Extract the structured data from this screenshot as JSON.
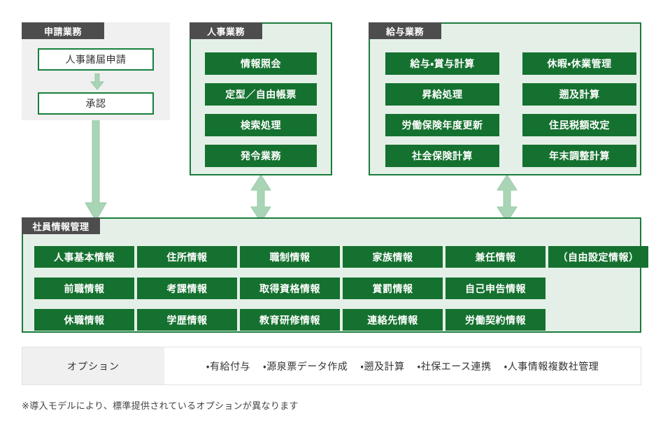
{
  "diagram": {
    "title_note": "※導入モデルにより、標準提供されているオプションが異なります",
    "colors": {
      "box_green": "#15712f",
      "panel_green_bg": "#e4f0e7",
      "panel_green_border": "#1a7c3c",
      "panel_grey_bg": "#f0f0f0",
      "tab_grey": "#4d4d4d",
      "arrow_green": "#a9d5b6",
      "arrow_green_stroke": "#8cc49d"
    }
  },
  "panels": {
    "application": {
      "tab_label": "申請業務",
      "boxes": [
        {
          "label": "人事諸届申請"
        },
        {
          "label": "承認"
        }
      ]
    },
    "hr": {
      "tab_label": "人事業務",
      "boxes": [
        {
          "label": "情報照会"
        },
        {
          "label": "定型／自由帳票"
        },
        {
          "label": "検索処理"
        },
        {
          "label": "発令業務"
        }
      ]
    },
    "payroll": {
      "tab_label": "給与業務",
      "column_left": [
        {
          "label": "給与・賞与計算"
        },
        {
          "label": "昇給処理"
        },
        {
          "label": "労働保険年度更新"
        },
        {
          "label": "社会保険計算"
        }
      ],
      "column_right": [
        {
          "label": "休暇・休業管理"
        },
        {
          "label": "遡及計算"
        },
        {
          "label": "住民税額改定"
        },
        {
          "label": "年末調整計算"
        }
      ]
    },
    "employee_info": {
      "tab_label": "社員情報管理",
      "rows": [
        [
          {
            "label": "人事基本情報"
          },
          {
            "label": "住所情報"
          },
          {
            "label": "職制情報"
          },
          {
            "label": "家族情報"
          },
          {
            "label": "兼任情報"
          },
          {
            "label": "（自由設定情報）"
          }
        ],
        [
          {
            "label": "前職情報"
          },
          {
            "label": "考課情報"
          },
          {
            "label": "取得資格情報"
          },
          {
            "label": "賞罰情報"
          },
          {
            "label": "自己申告情報"
          }
        ],
        [
          {
            "label": "休職情報"
          },
          {
            "label": "学歴情報"
          },
          {
            "label": "教育研修情報"
          },
          {
            "label": "連絡先情報"
          },
          {
            "label": "労働契約情報"
          }
        ]
      ]
    }
  },
  "option_bar": {
    "label": "オプション",
    "items": [
      "・有給付与",
      "・源泉票データ作成",
      "・遡及計算",
      "・社保エース連携",
      "・人事情報複数社管理"
    ]
  },
  "arrows": [
    {
      "name": "application-to-employee-info",
      "direction": "down"
    },
    {
      "name": "hr-to-employee-info",
      "direction": "both"
    },
    {
      "name": "payroll-to-employee-info",
      "direction": "both"
    }
  ]
}
